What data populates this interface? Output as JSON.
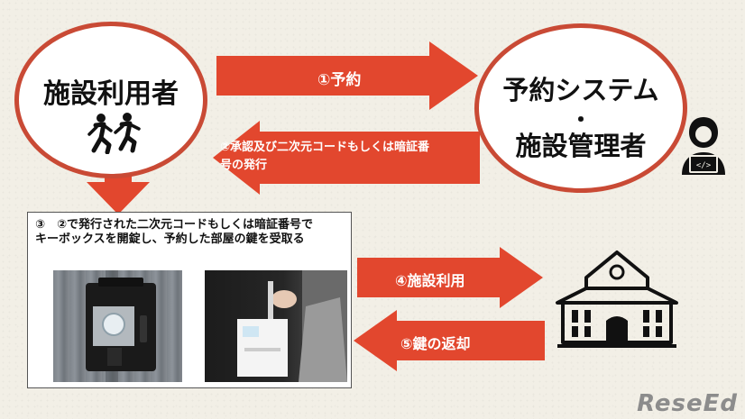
{
  "user_node": {
    "title": "施設利用者",
    "icon": "running-people-icon"
  },
  "system_node": {
    "line1": "予約システム",
    "line2": "・",
    "line3": "施設管理者",
    "icon": "programmer-icon"
  },
  "steps": {
    "step1": "①予約",
    "step2_line1": "②承認及び二次元コードもしくは暗証番",
    "step2_line2": "号の発行",
    "step3_line1": "③　②で発行された二次元コードもしくは暗証番号で",
    "step3_line2": "キーボックスを開錠し、予約した部屋の鍵を受取る",
    "step4": "④施設利用",
    "step5": "⑤鍵の返却"
  },
  "photos": {
    "left": "key-box-photo",
    "right": "key-dispenser-photo"
  },
  "facility_icon": "school-building-icon",
  "watermark": "ReseEd",
  "colors": {
    "arrow": "#e2472e",
    "circle_border": "#c94a35",
    "background": "#f2efe6"
  }
}
